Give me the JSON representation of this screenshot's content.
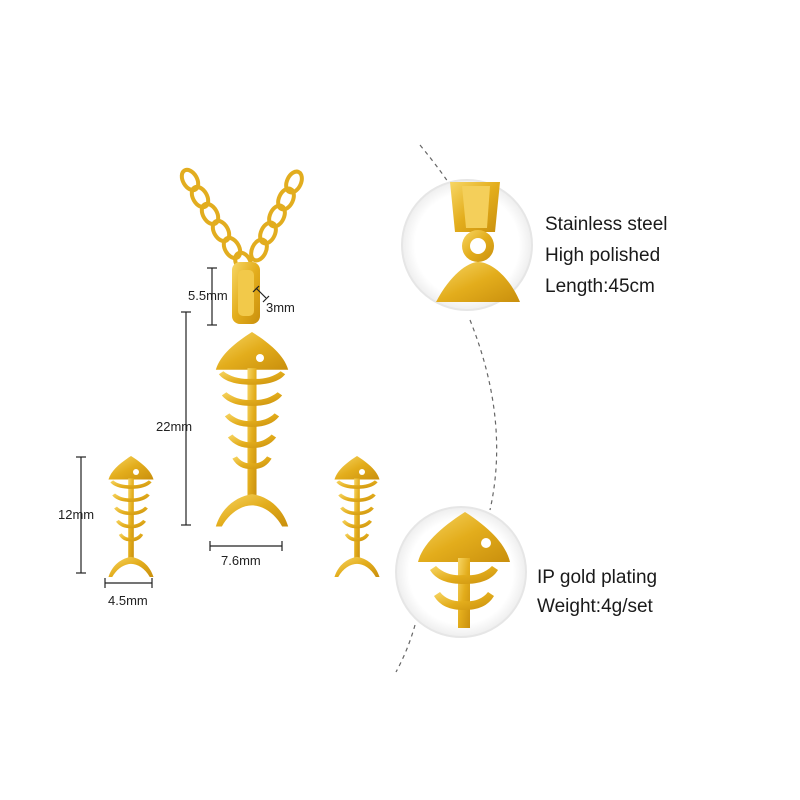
{
  "dimensions": {
    "bail_height": "5.5mm",
    "bail_width": "3mm",
    "pendant_height": "22mm",
    "pendant_width": "7.6mm",
    "earring_height": "12mm",
    "earring_width": "4.5mm"
  },
  "specs_top": [
    "Stainless steel",
    "High polished",
    "Length:45cm"
  ],
  "specs_bottom": [
    "IP gold plating",
    "Weight:4g/set"
  ],
  "colors": {
    "gold": "#e6b21e",
    "gold_dark": "#c7920c",
    "gold_light": "#f6d568",
    "dimension_line": "#222222"
  }
}
